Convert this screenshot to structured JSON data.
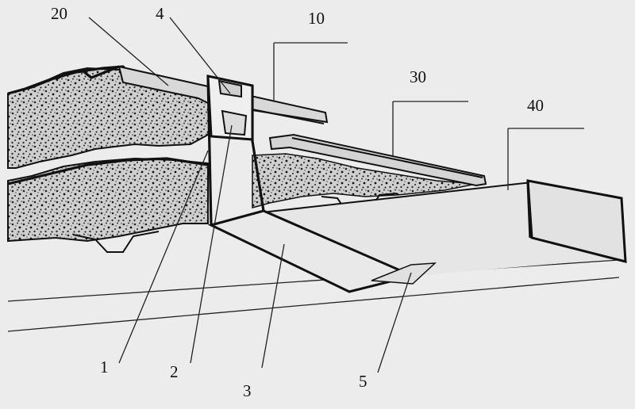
{
  "figure": {
    "background": "#ececec",
    "ink": "#111111",
    "labels": {
      "l20": "20",
      "l4": "4",
      "l10": "10",
      "l30": "30",
      "l40": "40",
      "l1": "1",
      "l2": "2",
      "l3": "3",
      "l5": "5"
    }
  }
}
